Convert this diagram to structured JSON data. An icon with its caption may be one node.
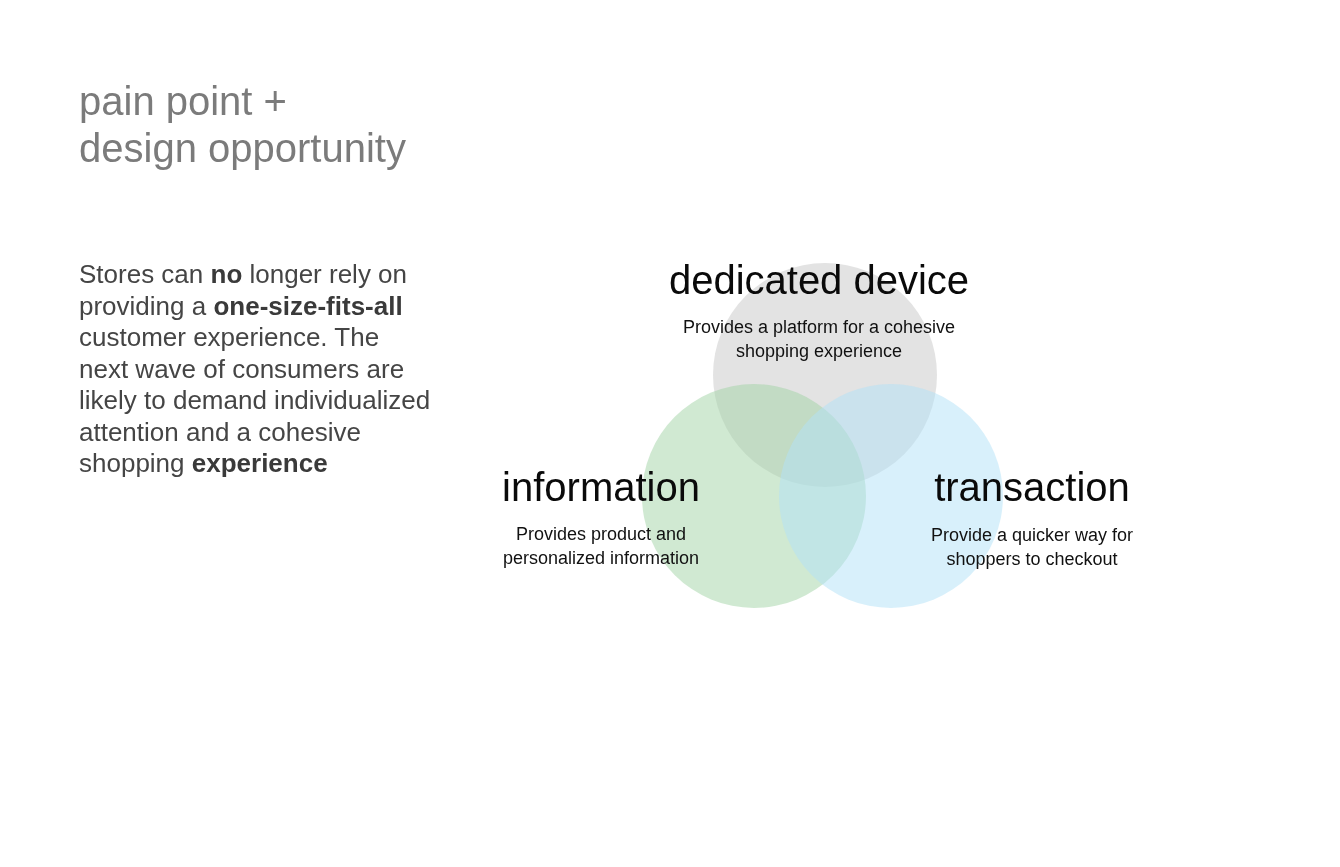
{
  "diagram": {
    "title": "pain point + design opportunity",
    "nodes": [
      {
        "text": [
          "dedicated device",
          "Provides a platform for a cohesive shopping experience"
        ]
      },
      {
        "text": [
          "information",
          "Provides product and personalized information"
        ]
      },
      {
        "text": [
          "transaction",
          "Provide a quicker way for shoppers to checkout"
        ]
      }
    ],
    "labels": [
      "Stores can **no** longer rely on providing a **one-size-fits-all** customer experience. The next wave of consumers are likely to demand individualized attention and a cohesive shopping **experience**"
    ]
  }
}
